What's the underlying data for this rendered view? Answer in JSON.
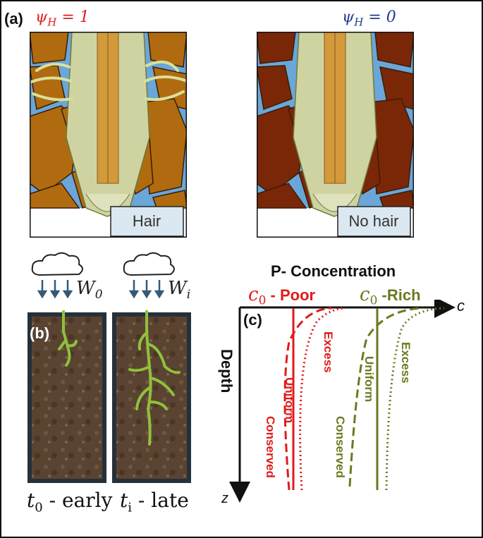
{
  "panel_a": {
    "label": "(a)",
    "left_title": "ψ_H = 1",
    "right_title": "ψ_H = 0",
    "left_caption": "Hair",
    "right_caption": "No hair",
    "left_title_color": "#e11d1d",
    "right_title_color": "#1f3b8f",
    "hair_soil_color": "#b06b10",
    "nohair_soil_color": "#7a2708",
    "water_color": "#6aa6d8",
    "root_color": "#d9dcae"
  },
  "panel_b": {
    "label": "(b)",
    "w0": "W",
    "w0_sub": "0",
    "wi": "W",
    "wi_sub": "i",
    "t0_sym": "t",
    "t0_sub": "0",
    "t0_text": " - early",
    "ti_sym": "t",
    "ti_sub": "i",
    "ti_text": " - late",
    "cloud_icon": "cloud-icon",
    "rain_icon": "down-arrow-icon",
    "soil_color": "#5b4331",
    "root_color": "#8fc13c"
  },
  "panel_c": {
    "label": "(c)",
    "title": "P- Concentration",
    "poor_sym": "c",
    "poor_sub": "0",
    "poor_text": "- Poor",
    "rich_sym": "c",
    "rich_sub": "0",
    "rich_text": "-Rich",
    "x_axis": "c",
    "y_axis": "z",
    "depth": "Depth",
    "poor_color": "#e21a1a",
    "rich_color": "#6b7a1f",
    "curves": [
      {
        "name": "Conserved",
        "group": "poor",
        "style": "dashed"
      },
      {
        "name": "Uniform",
        "group": "poor",
        "style": "solid"
      },
      {
        "name": "Excess",
        "group": "poor",
        "style": "dotted"
      },
      {
        "name": "Conserved",
        "group": "rich",
        "style": "dashed"
      },
      {
        "name": "Uniform",
        "group": "rich",
        "style": "solid"
      },
      {
        "name": "Excess",
        "group": "rich",
        "style": "dotted"
      }
    ]
  }
}
